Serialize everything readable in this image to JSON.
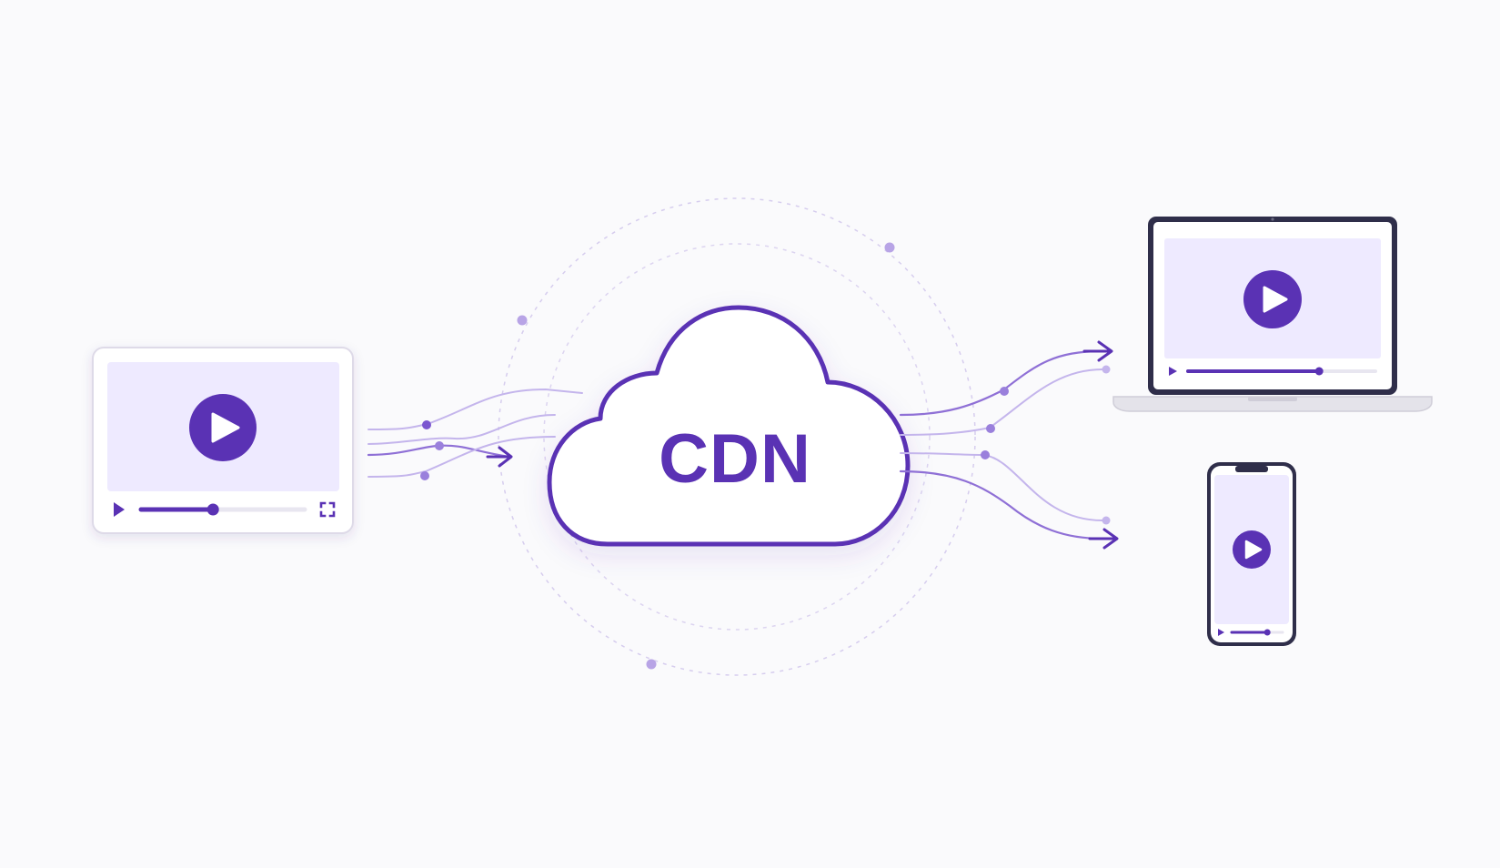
{
  "cdn": {
    "label": "CDN"
  },
  "colors": {
    "accent": "#5a32b4",
    "accent_light": "#b8a4e6",
    "panel_fill": "#eeeaff",
    "dark_frame": "#2f2e4a",
    "background": "#fafafc"
  },
  "source_player": {
    "icons": [
      "play-circle-icon",
      "play-icon",
      "fullscreen-icon"
    ],
    "progress": 0.44
  },
  "laptop_player": {
    "icons": [
      "play-circle-icon",
      "play-icon"
    ],
    "progress": 0.7
  },
  "phone_player": {
    "icons": [
      "play-circle-icon",
      "play-icon"
    ],
    "progress": 0.7
  }
}
